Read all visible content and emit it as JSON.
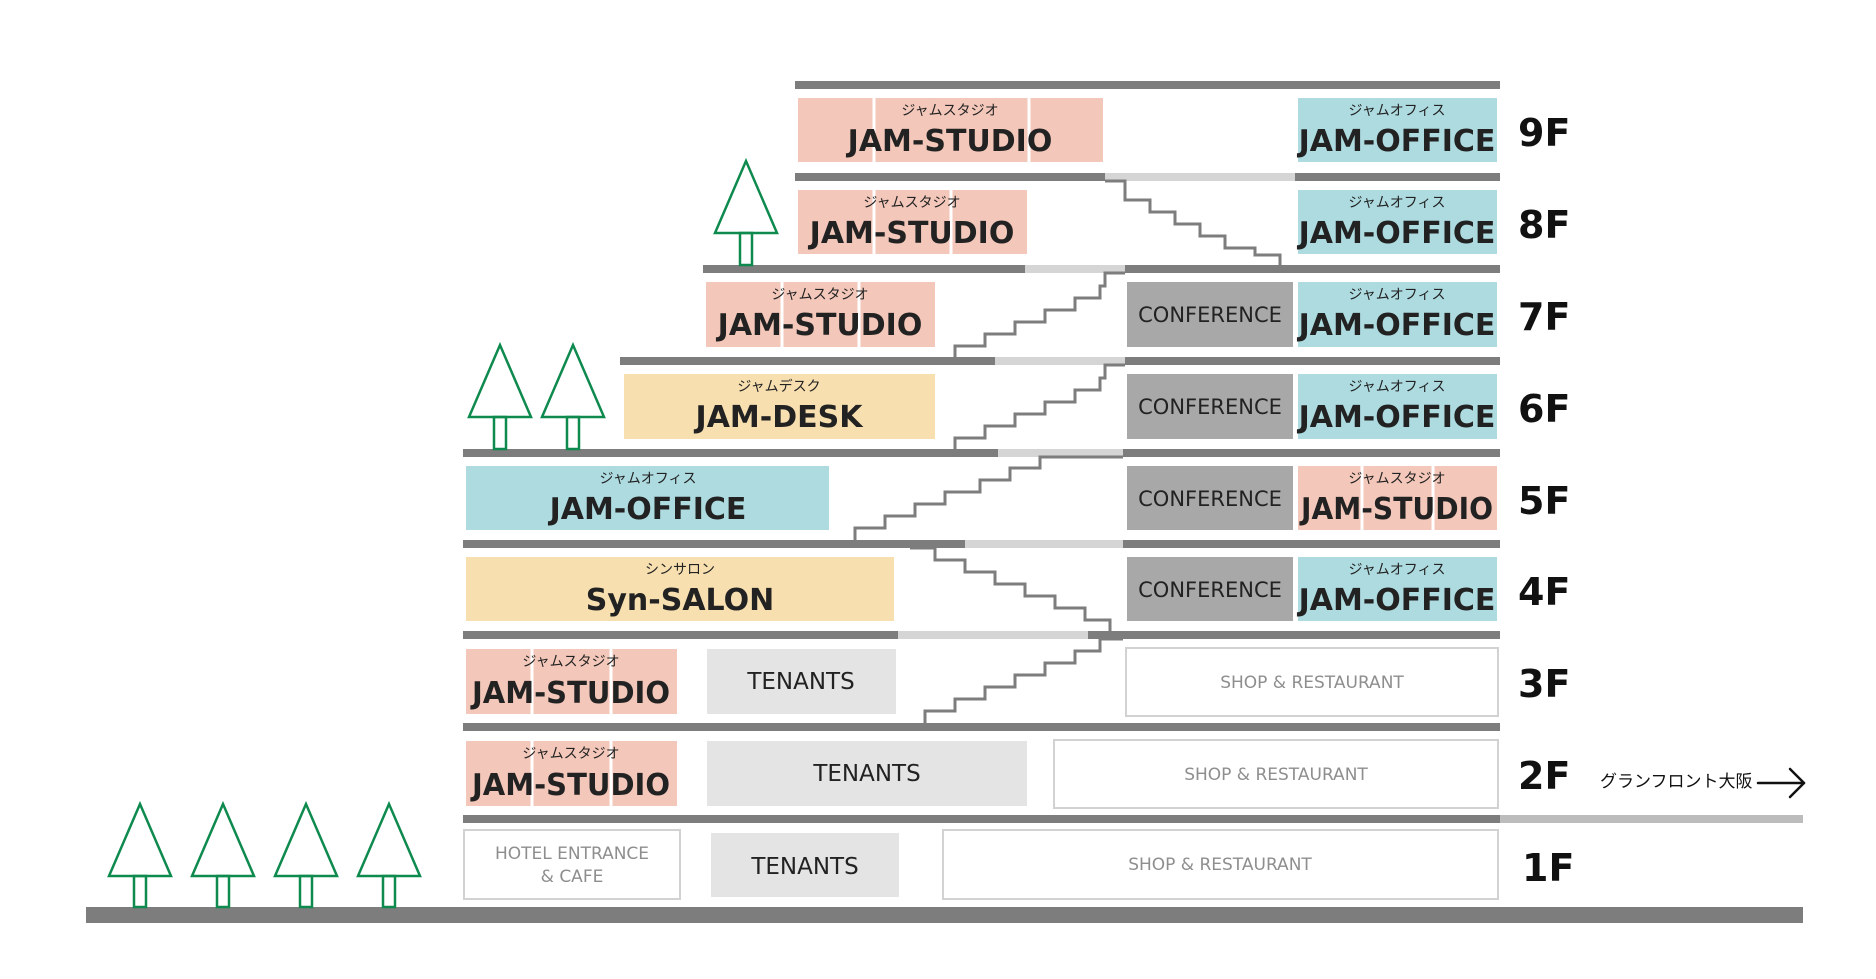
{
  "colors": {
    "studio": "#f3c7b9",
    "office": "#addbe0",
    "desk_salon": "#f7dfb0",
    "conference": "#a8a8a8",
    "tenants": "#e4e4e4",
    "slab": "#7d7d7d",
    "slab_light": "#d5d5d5",
    "outline": "#d2d2d2",
    "tree": "#0f8a4f",
    "text_dark": "#222222",
    "text_muted": "#8e8e8e"
  },
  "floors": [
    "9F",
    "8F",
    "7F",
    "6F",
    "5F",
    "4F",
    "3F",
    "2F",
    "1F"
  ],
  "rooms": {
    "studio9": {
      "kana": "ジャムスタジオ",
      "name": "JAM-STUDIO"
    },
    "office9": {
      "kana": "ジャムオフィス",
      "name": "JAM-OFFICE"
    },
    "studio8": {
      "kana": "ジャムスタジオ",
      "name": "JAM-STUDIO"
    },
    "office8": {
      "kana": "ジャムオフィス",
      "name": "JAM-OFFICE"
    },
    "studio7": {
      "kana": "ジャムスタジオ",
      "name": "JAM-STUDIO"
    },
    "conf7": {
      "name": "CONFERENCE"
    },
    "office7": {
      "kana": "ジャムオフィス",
      "name": "JAM-OFFICE"
    },
    "desk6": {
      "kana": "ジャムデスク",
      "name": "JAM-DESK"
    },
    "conf6": {
      "name": "CONFERENCE"
    },
    "office6": {
      "kana": "ジャムオフィス",
      "name": "JAM-OFFICE"
    },
    "office5": {
      "kana": "ジャムオフィス",
      "name": "JAM-OFFICE"
    },
    "conf5": {
      "name": "CONFERENCE"
    },
    "studio5": {
      "kana": "ジャムスタジオ",
      "name": "JAM-STUDIO"
    },
    "salon4": {
      "kana": "シンサロン",
      "name": "Syn-SALON"
    },
    "conf4": {
      "name": "CONFERENCE"
    },
    "office4": {
      "kana": "ジャムオフィス",
      "name": "JAM-OFFICE"
    },
    "studio3": {
      "kana": "ジャムスタジオ",
      "name": "JAM-STUDIO"
    },
    "tenants3": {
      "name": "TENANTS"
    },
    "shop3": {
      "name": "SHOP  &  RESTAURANT"
    },
    "studio2": {
      "kana": "ジャムスタジオ",
      "name": "JAM-STUDIO"
    },
    "tenants2": {
      "name": "TENANTS"
    },
    "shop2": {
      "name": "SHOP & RESTAURANT"
    },
    "hotel1": {
      "line1": "HOTEL ENTRANCE",
      "line2": "& CAFE"
    },
    "tenants1": {
      "name": "TENANTS"
    },
    "shop1": {
      "name": "SHOP & RESTAURANT"
    }
  },
  "direction": {
    "label": "グランフロント大阪",
    "icon": "arrow-right-icon"
  },
  "icons": {
    "tree": "tree-icon"
  }
}
